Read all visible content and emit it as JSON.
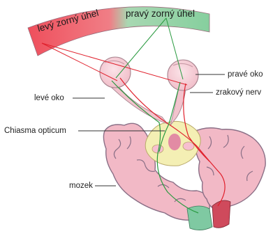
{
  "visual_field": {
    "left_label": "levý zorný úhel",
    "right_label": "pravý zorný úhel"
  },
  "labels": {
    "right_eye": "pravé oko",
    "optic_nerve": "zrakový nerv",
    "left_eye": "levé oko",
    "chiasma": "Chiasma opticum",
    "brain": "mozek"
  },
  "colors": {
    "left_field": "#ef4f5c",
    "right_field": "#8fd3a8",
    "left_pathway": "#e0202c",
    "right_pathway": "#2a9a40",
    "brain_tissue": "#f2b9c6",
    "brain_outline": "#8a6f86",
    "thalamus": "#f4efb4"
  }
}
